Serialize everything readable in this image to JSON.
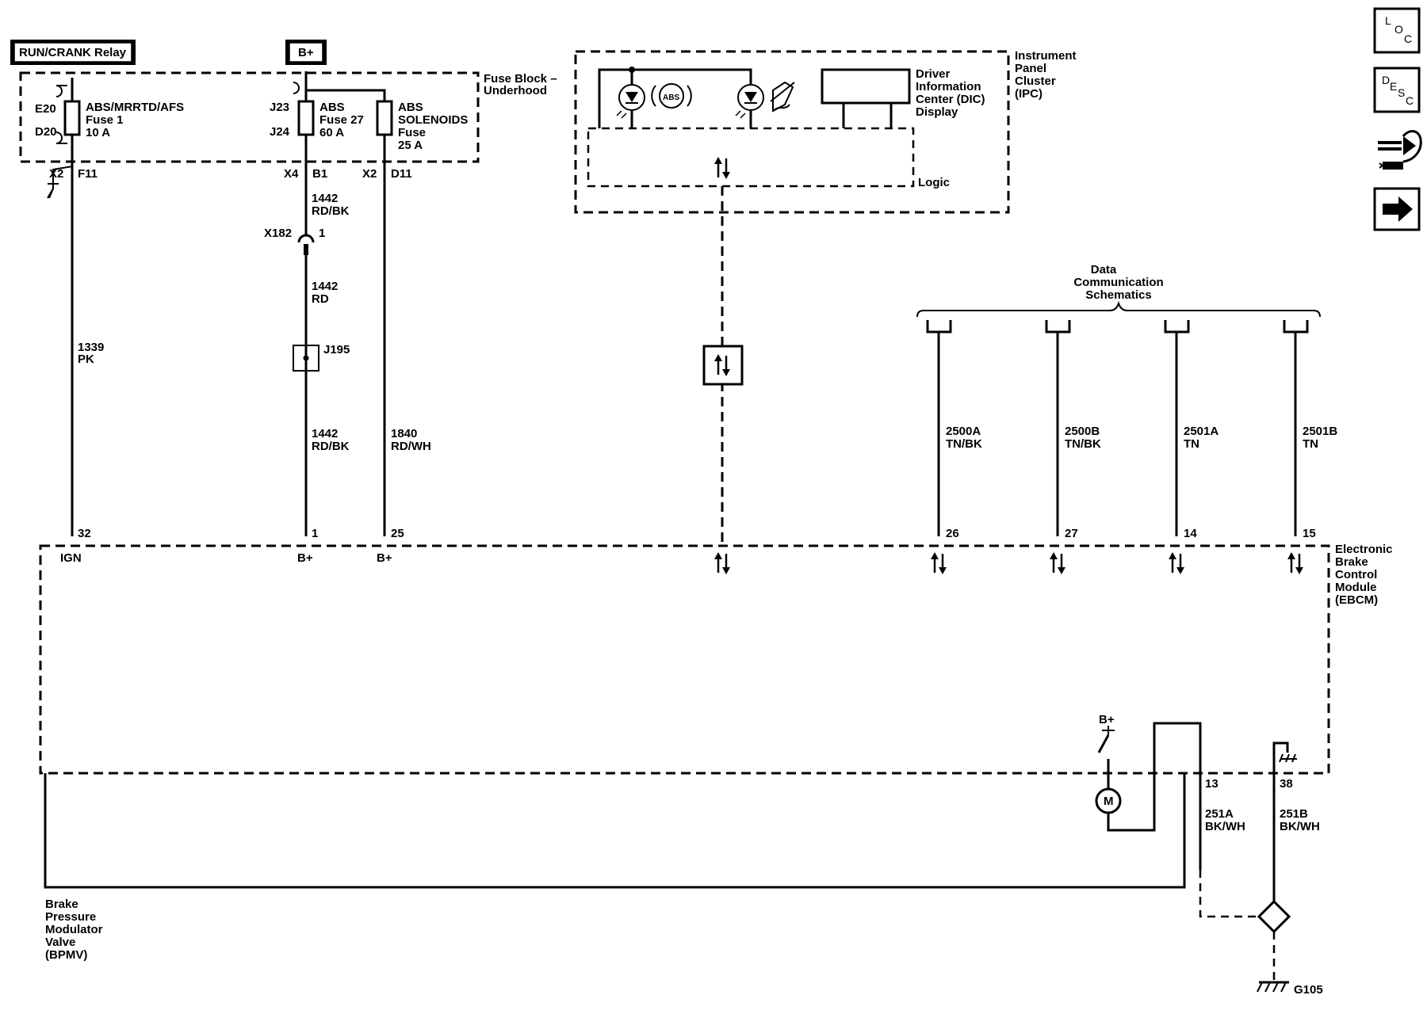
{
  "relay_label": "RUN/CRANK Relay",
  "bplus_top_label": "B+",
  "fuse_block": {
    "title_line1": "Fuse Block –",
    "title_line2": "Underhood",
    "fuse1": {
      "line1": "ABS/MRRTD/AFS",
      "line2": "Fuse 1",
      "line3": "10 A",
      "pin_top": "E20",
      "pin_bottom": "D20"
    },
    "fuse27": {
      "line1": "ABS",
      "line2": "Fuse 27",
      "line3": "60 A",
      "pin_top": "J23",
      "pin_bottom": "J24"
    },
    "fuse_sol": {
      "line1": "ABS",
      "line2": "SOLENOIDS",
      "line3": "Fuse",
      "line4": "25 A"
    },
    "conn1_a": "X2",
    "conn1_b": "F11",
    "conn2_a": "X4",
    "conn2_b": "B1",
    "conn3_a": "X2",
    "conn3_b": "D11"
  },
  "ipc": {
    "title_line1": "Instrument",
    "title_line2": "Panel",
    "title_line3": "Cluster",
    "title_line4": "(IPC)",
    "dic_line1": "Driver",
    "dic_line2": "Information",
    "dic_line3": "Center (DIC)",
    "dic_line4": "Display",
    "logic_label": "Logic",
    "abs_symbol": "ABS"
  },
  "wires": {
    "w1339_num": "1339",
    "w1339_color": "PK",
    "w1442a_num": "1442",
    "w1442a_color": "RD/BK",
    "x182_label": "X182",
    "x182_pin": "1",
    "w1442b_num": "1442",
    "w1442b_color": "RD",
    "j195_label": "J195",
    "w1442c_num": "1442",
    "w1442c_color": "RD/BK",
    "w1840_num": "1840",
    "w1840_color": "RD/WH",
    "w2500a_num": "2500A",
    "w2500a_color": "TN/BK",
    "w2500b_num": "2500B",
    "w2500b_color": "TN/BK",
    "w2501a_num": "2501A",
    "w2501a_color": "TN",
    "w2501b_num": "2501B",
    "w2501b_color": "TN",
    "w251a_num": "251A",
    "w251a_color": "BK/WH",
    "w251b_num": "251B",
    "w251b_color": "BK/WH"
  },
  "data_comm": {
    "line1": "Data",
    "line2": "Communication",
    "line3": "Schematics"
  },
  "ebcm": {
    "title_line1": "Electronic",
    "title_line2": "Brake",
    "title_line3": "Control",
    "title_line4": "Module",
    "title_line5": "(EBCM)",
    "pin_ign": "32",
    "label_ign": "IGN",
    "pin_b1": "1",
    "label_b1": "B+",
    "pin_b2": "25",
    "label_b2": "B+",
    "pin_26": "26",
    "pin_27": "27",
    "pin_14": "14",
    "pin_15": "15",
    "pin_13": "13",
    "pin_38": "38",
    "motor_bplus": "B+",
    "motor_label": "M"
  },
  "bpmv": {
    "line1": "Brake",
    "line2": "Pressure",
    "line3": "Modulator",
    "line4": "Valve",
    "line5": "(BPMV)"
  },
  "ground_label": "G105",
  "nav": {
    "loc_icon": "location-icon",
    "desc_icon": "description-icon",
    "connector_icon": "connector-icon",
    "next_icon": "next-arrow-icon",
    "loc_l": "L",
    "loc_o": "O",
    "loc_c": "C",
    "desc_d": "D",
    "desc_e": "E",
    "desc_s": "S",
    "desc_c": "C"
  }
}
